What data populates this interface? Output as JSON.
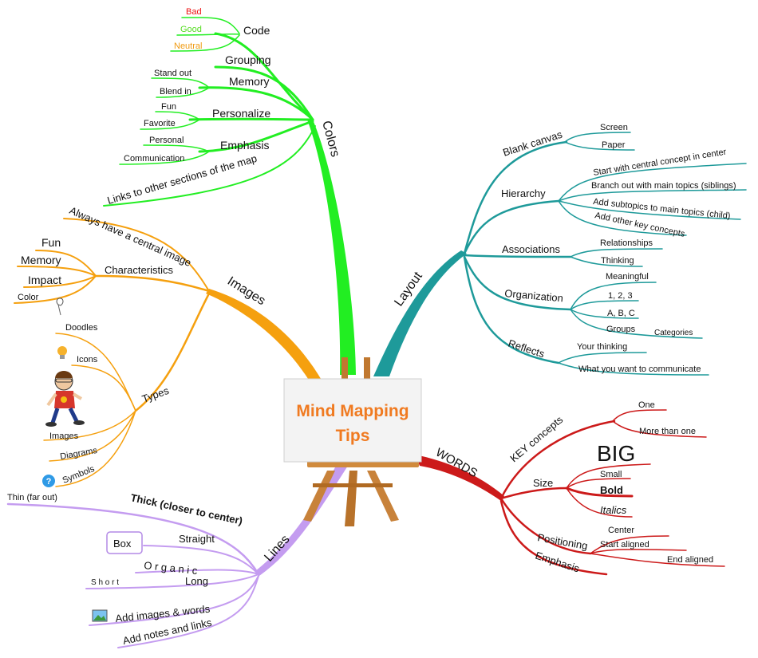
{
  "center": {
    "line1": "Mind Mapping",
    "line2": "Tips"
  },
  "colors": {
    "colors": "#22ee22",
    "layout": "#1e9a9a",
    "images": "#f5a00f",
    "words": "#cc1a1a",
    "lines": "#c49cf0",
    "center_text": "#f07a20",
    "bad": "#ee1111",
    "good": "#55dd22",
    "neutral": "#f09a10"
  },
  "colors_branch": {
    "label": "Colors",
    "code": "Code",
    "bad": "Bad",
    "good": "Good",
    "neutral": "Neutral",
    "grouping": "Grouping",
    "memory": "Memory",
    "stand_out": "Stand out",
    "blend_in": "Blend in",
    "personalize": "Personalize",
    "fun": "Fun",
    "favorite": "Favorite",
    "emphasis": "Emphasis",
    "personal": "Personal",
    "communication": "Communication",
    "links": "Links to other sections of the map"
  },
  "layout_branch": {
    "label": "Layout",
    "blank_canvas": "Blank canvas",
    "screen": "Screen",
    "paper": "Paper",
    "hierarchy": "Hierarchy",
    "start_central": "Start with central concept in center",
    "branch_out": "Branch out with main topics (siblings)",
    "add_subtopics": "Add subtopics to main topics (child)",
    "add_other": "Add other key concepts",
    "associations": "Associations",
    "relationships": "Relationships",
    "thinking": "Thinking",
    "organization": "Organization",
    "meaningful": "Meaningful",
    "one_two_three": "1, 2, 3",
    "abc": "A, B, C",
    "groups": "Groups",
    "categories": "Categories",
    "reflects": "Reflects",
    "your_thinking": "Your thinking",
    "what_you_want": "What you want to communicate"
  },
  "images_branch": {
    "label": "Images",
    "always_central": "Always have a central image",
    "characteristics": "Characteristics",
    "fun": "Fun",
    "memory": "Memory",
    "impact": "Impact",
    "color": "Color",
    "types": "Types",
    "doodles": "Doodles",
    "icons": "Icons",
    "images": "Images",
    "diagrams": "Diagrams",
    "symbols": "Symbols",
    "symbol_glyph": "?"
  },
  "words_branch": {
    "label": "WORDS",
    "key_concepts": "KEY concepts",
    "one": "One",
    "more_than_one": "More than one",
    "size": "Size",
    "big": "BIG",
    "small": "Small",
    "bold": "Bold",
    "italics": "Italics",
    "positioning": "Positioning",
    "center": "Center",
    "start_aligned": "Start aligned",
    "end_aligned": "End aligned",
    "emphasis": "Emphasis"
  },
  "lines_branch": {
    "label": "Lines",
    "thin": "Thin (far out)",
    "thick": "Thick (closer to center)",
    "straight": "Straight",
    "box": "Box",
    "organic": "O r g a n i c",
    "long": "Long",
    "short": "S h o r t",
    "add_images_words": "Add images & words",
    "add_notes_links": "Add notes and links"
  }
}
